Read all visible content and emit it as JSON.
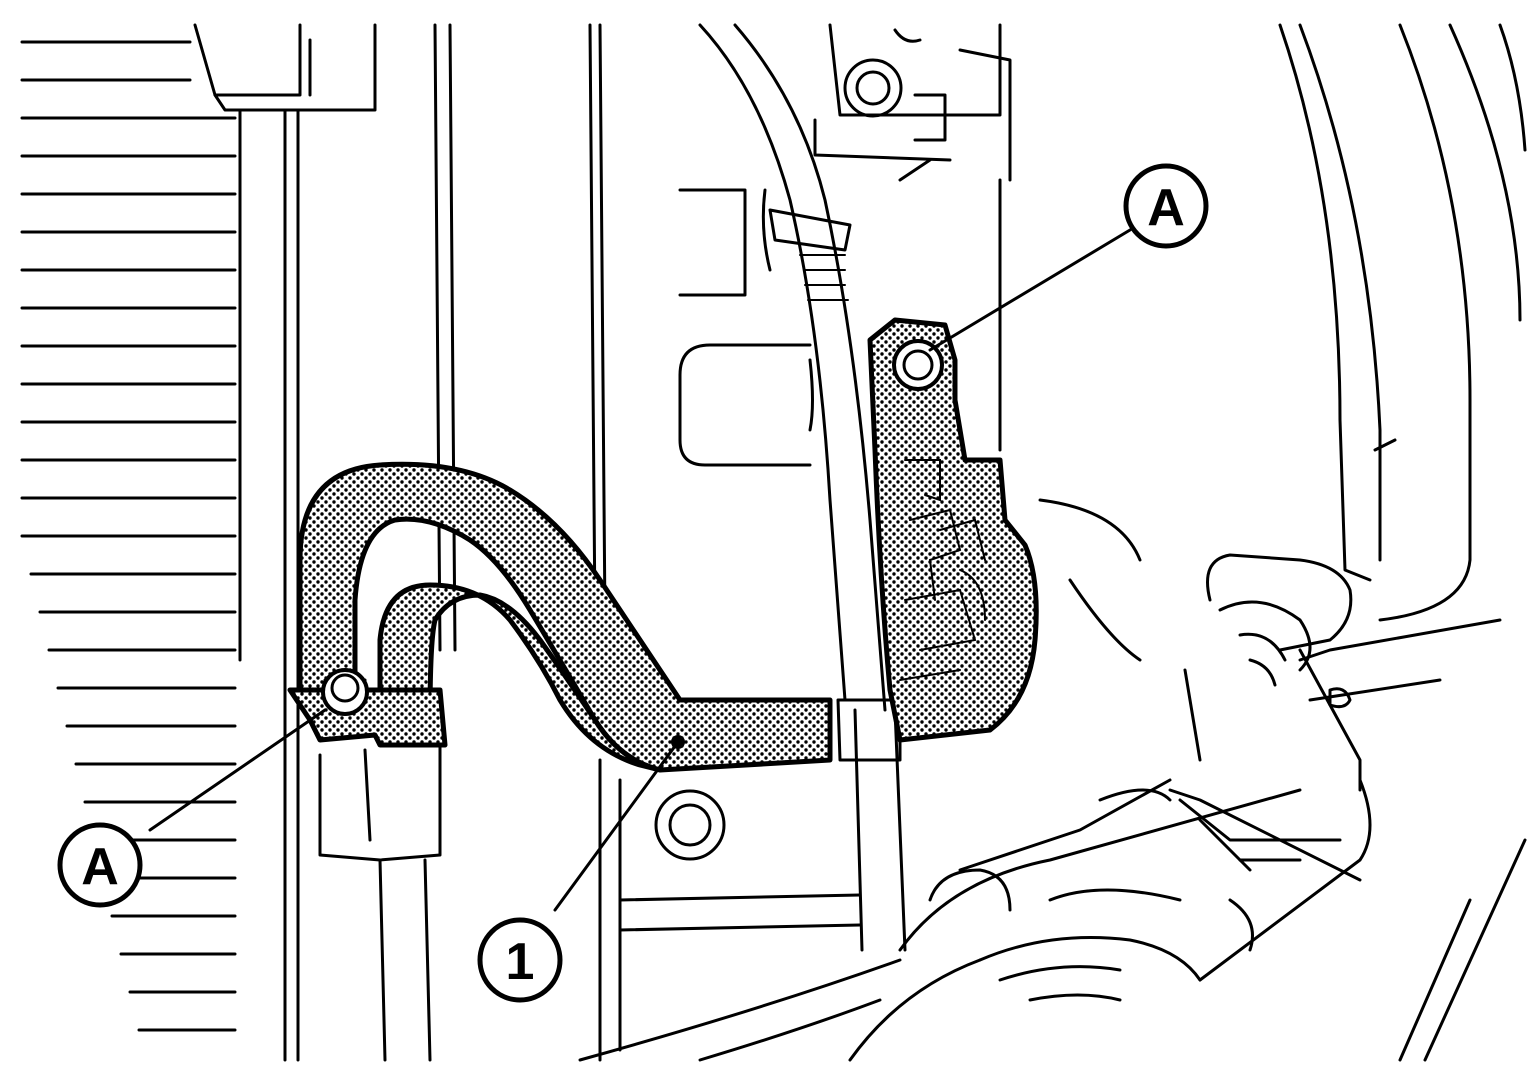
{
  "callouts": {
    "a_top": "A",
    "a_left": "A",
    "part_1": "1"
  },
  "colors": {
    "line": "#000000",
    "background": "#ffffff",
    "shade": "#000000"
  },
  "icons": {
    "bolt_top": "bolt-icon",
    "bolt_left": "bolt-icon",
    "bolt_lower": "bolt-icon"
  }
}
